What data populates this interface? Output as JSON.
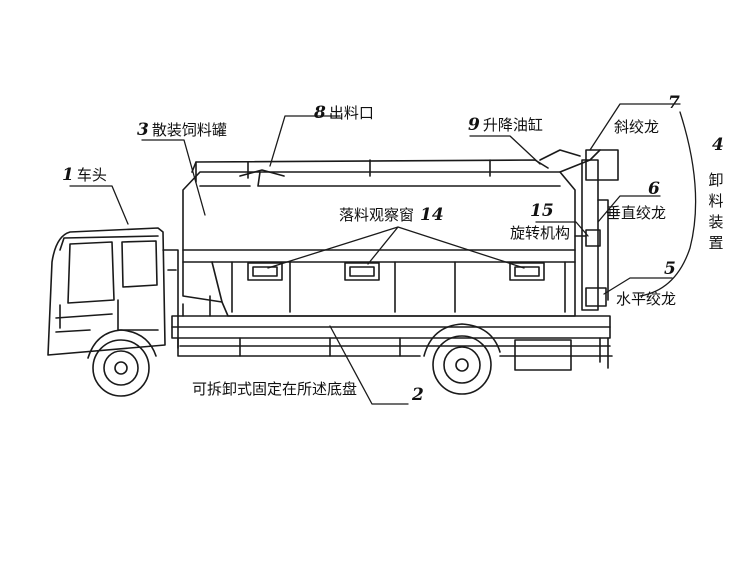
{
  "labels": {
    "cab": {
      "num": "1",
      "text": "车头"
    },
    "chassis": {
      "num": "",
      "text": "可拆卸式固定在所述底盘"
    },
    "chassis_num": {
      "num": "2",
      "text": ""
    },
    "tank": {
      "num": "3",
      "text": "散装饲料罐"
    },
    "unloading": {
      "num": "4",
      "text": "卸料装置"
    },
    "horizontal": {
      "num": "5",
      "text": "水平绞龙"
    },
    "vertical": {
      "num": "6",
      "text": "垂直绞龙"
    },
    "inclined": {
      "num": "7",
      "text": "斜绞龙"
    },
    "outlet": {
      "num": "8",
      "text": "出料口"
    },
    "cylinder": {
      "num": "9",
      "text": "升降油缸"
    },
    "windows": {
      "num": "14",
      "text": "落料观察窗"
    },
    "rotation": {
      "num": "15",
      "text": "旋转机构"
    }
  },
  "colors": {
    "line": "#1a1a1a",
    "background": "#ffffff"
  }
}
